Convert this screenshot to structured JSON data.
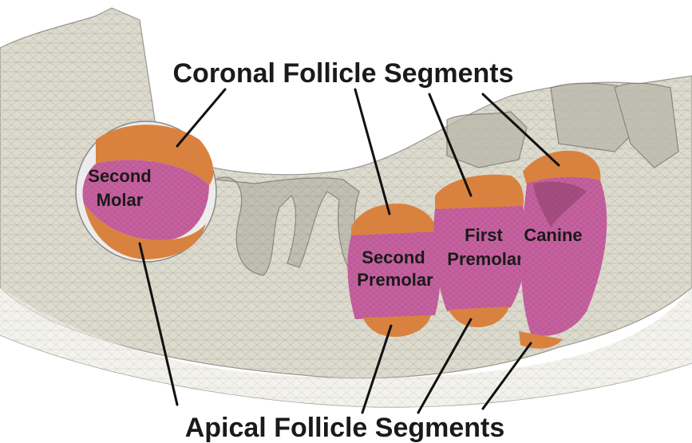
{
  "labels": {
    "coronal": "Coronal Follicle Segments",
    "apical": "Apical Follicle Segments"
  },
  "teeth": {
    "second_molar": [
      "Second",
      "Molar"
    ],
    "second_premolar": [
      "Second",
      "Premolar"
    ],
    "first_premolar": [
      "First",
      "Premolar"
    ],
    "canine": [
      "Canine"
    ]
  },
  "colors": {
    "bone": "#d9d7c9",
    "mesh": "#8e8d86",
    "tooth": "#c7609f",
    "follicle": "#d9823f",
    "leader": "#111111"
  }
}
